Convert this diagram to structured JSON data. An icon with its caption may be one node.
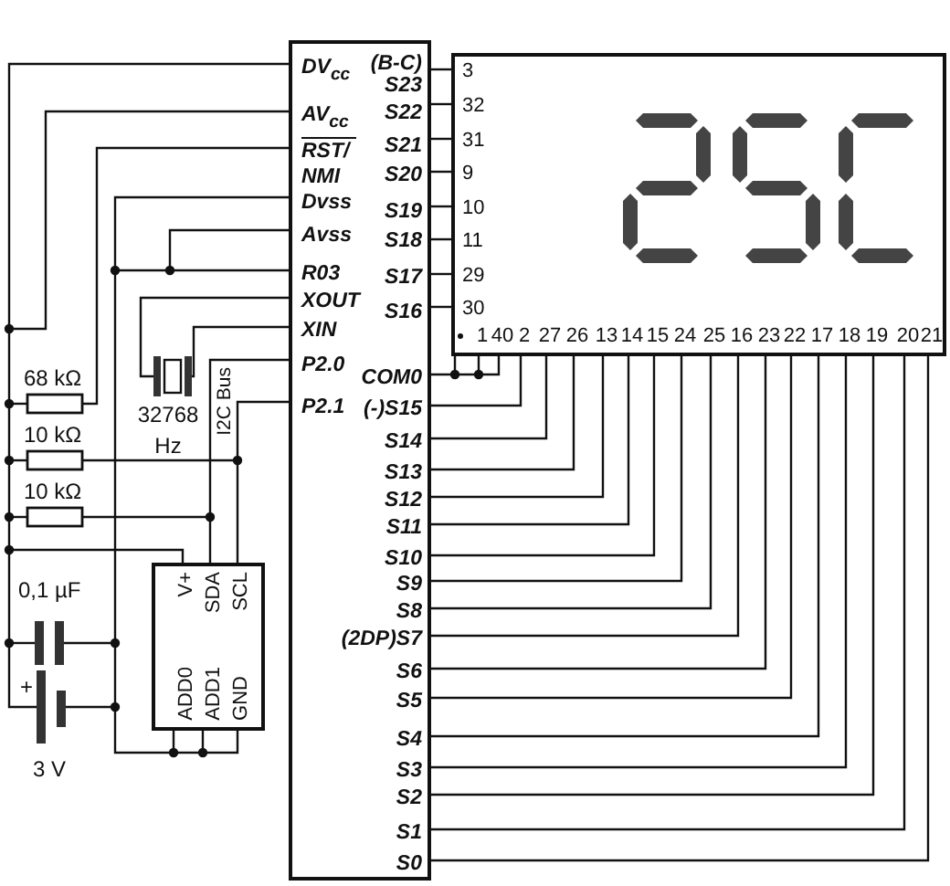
{
  "diagram": {
    "nodes": [
      {
        "text": [
          "DV$_{cc}$",
          "AV$_{cc}$",
          "RST/ NMI",
          "Dvss",
          "Avss",
          "R03",
          "XOUT",
          "XIN",
          "P2.0",
          "P2.1",
          "(B-C) S23",
          "S22",
          "S21",
          "S20",
          "S19",
          "S18",
          "S17",
          "S16",
          "COM0",
          "(-)S15",
          "S14",
          "S13",
          "S12",
          "S11",
          "S10",
          "S9",
          "S8",
          "(2DP)S7",
          "S6",
          "S5",
          "S4",
          "S3",
          "S2",
          "S1",
          "S0"
        ]
      },
      {
        "text": [
          "3",
          "32",
          "31",
          "9",
          "10",
          "11",
          "29",
          "30",
          "1",
          "40",
          "2",
          "27",
          "26",
          "13",
          "14",
          "15",
          "24",
          "25",
          "16",
          "23",
          "22",
          "17",
          "18",
          "19",
          "20",
          "21"
        ]
      },
      {
        "text": [
          "V+",
          "SDA",
          "SCL",
          "ADD0",
          "ADD1",
          "GND"
        ]
      }
    ],
    "edges": [
      {
        "from": 0,
        "to": 1,
        "arrow": "none"
      },
      {
        "from": 0,
        "to": 1,
        "arrow": "none"
      },
      {
        "from": 0,
        "to": 1,
        "arrow": "none"
      },
      {
        "from": 0,
        "to": 1,
        "arrow": "none"
      },
      {
        "from": 0,
        "to": 1,
        "arrow": "none"
      },
      {
        "from": 0,
        "to": 1,
        "arrow": "none"
      },
      {
        "from": 0,
        "to": 1,
        "arrow": "none"
      },
      {
        "from": 0,
        "to": 1,
        "arrow": "none"
      },
      {
        "from": 0,
        "to": 1,
        "arrow": "none"
      },
      {
        "from": 0,
        "to": 1,
        "arrow": "none"
      },
      {
        "from": 0,
        "to": 1,
        "arrow": "none"
      },
      {
        "from": 0,
        "to": 1,
        "arrow": "none"
      },
      {
        "from": 0,
        "to": 1,
        "arrow": "none"
      },
      {
        "from": 0,
        "to": 1,
        "arrow": "none"
      },
      {
        "from": 0,
        "to": 1,
        "arrow": "none"
      },
      {
        "from": 0,
        "to": 1,
        "arrow": "none"
      },
      {
        "from": 0,
        "to": 1,
        "arrow": "none"
      },
      {
        "from": 0,
        "to": 1,
        "arrow": "none"
      },
      {
        "from": 0,
        "to": 1,
        "arrow": "none"
      },
      {
        "from": 0,
        "to": 1,
        "arrow": "none"
      },
      {
        "from": 0,
        "to": 1,
        "arrow": "none"
      },
      {
        "from": 0,
        "to": 1,
        "arrow": "none"
      },
      {
        "from": 0,
        "to": 1,
        "arrow": "none"
      },
      {
        "from": 0,
        "to": 1,
        "arrow": "none"
      },
      {
        "from": 0,
        "to": 1,
        "arrow": "none"
      },
      {
        "from": 0,
        "to": 2,
        "arrow": "none"
      },
      {
        "from": 0,
        "to": 2,
        "arrow": "none"
      },
      {
        "from": 0,
        "to": 2,
        "arrow": "none"
      },
      {
        "from": 0,
        "to": 2,
        "arrow": "none"
      }
    ],
    "labels": [
      "68 kΩ",
      "32768 Hz",
      "I2C Bus",
      "10 kΩ",
      "10 kΩ",
      "0,1 µF",
      "+",
      "3 V"
    ]
  }
}
